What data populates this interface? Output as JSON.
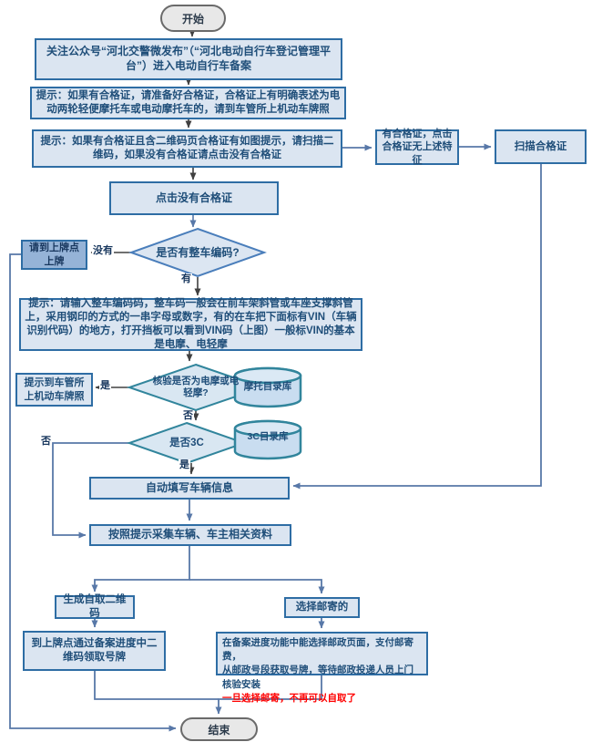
{
  "flow": {
    "start": "开始",
    "follow": "关注公众号“河北交警微发布”（“河北电动自行车登记管理平台”）进入电动自行车备案",
    "tip_cert": "提示：如果有合格证，请准备好合格证，合格证上有明确表述为电动两轮轻便摩托车或电动摩托车的，请到车管所上机动车牌照",
    "tip_qr": "提示：如果有合格证且含二维码页合格证有如图提示，请扫描二维码，如果没有合格证请点击没有合格证",
    "has_cert_no_feature": "有合格证，点击合格证无上述特征",
    "scan_cert": "扫描合格证",
    "click_no_cert": "点击没有合格证",
    "q_vin": "是否有整车编码?",
    "go_plate_point": "请到上牌点上牌",
    "tip_vin": "提示：请输入整车编码码，整车码一般会在前车架斜管或车座支撑斜管上，采用钢印的方式的一串字母或数字，有的在车把下面标有VIN（车辆识别代码）的地方，打开挡板可以看到VIN码（上图）一般标VIN的基本是电摩、电轻摩",
    "q_moto": "核验是否为电摩或电轻摩?",
    "tip_dmv": "提示到车管所上机动车牌照",
    "db_moto": "摩托目录库",
    "q_3c": "是否3C",
    "db_3c": "3C目录库",
    "auto_fill": "自动填写车辆信息",
    "collect_info": "按照提示采集车辆、车主相关资料",
    "gen_qr": "生成自取二维码",
    "choose_mail": "选择邮寄的",
    "pickup_plate": "到上牌点通过备案进度中二维码领取号牌",
    "mail_line1": "在备案进度功能中能选择邮政页面，支付邮寄费，",
    "mail_line2": "从邮政号段获取号牌，等待邮政投递人员上门核验安装",
    "mail_line3": "一旦选择邮寄，不再可以自取了",
    "end": "结束"
  },
  "labels": {
    "no": "没有",
    "yes": "有",
    "shi": "是",
    "fou": "否"
  },
  "colors": {
    "box_fill": "#dbe5f1",
    "box_border": "#2e6da4",
    "text": "#1f4e79",
    "teal": "#31859c",
    "line_blue": "#5878a8",
    "line_dark": "#404040",
    "warning_red": "#ff0000",
    "highlight_fill": "#95b3d7"
  }
}
